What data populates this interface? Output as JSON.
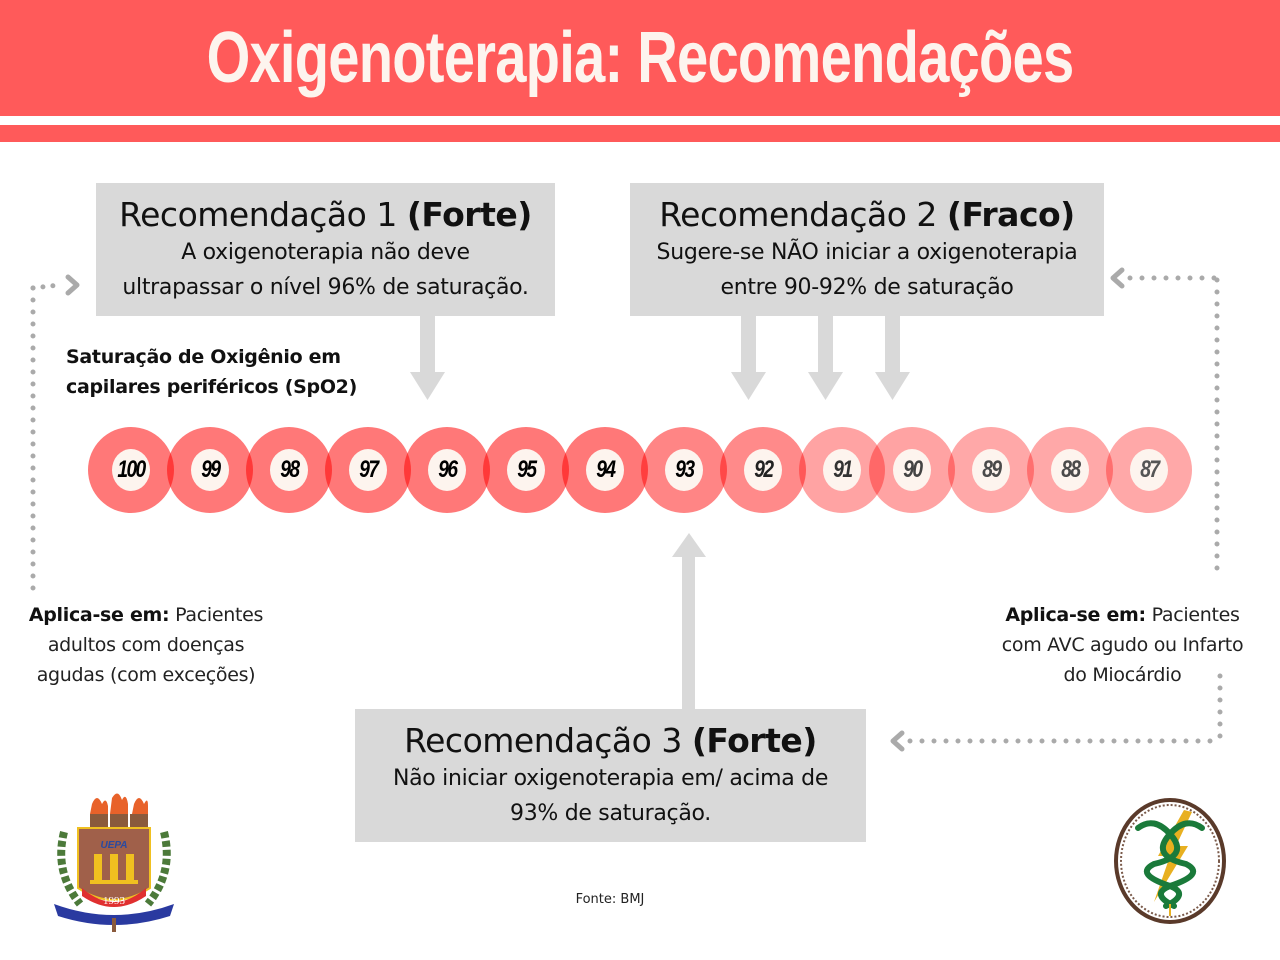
{
  "header": {
    "title": "Oxigenoterapia: Recomendações",
    "accent_color": "#ff5a5a"
  },
  "recommendations": [
    {
      "id": 1,
      "title": "Recomendação 1",
      "strength": "(Forte)",
      "description_lines": [
        "A oxigenoterapia não deve",
        "ultrapassar o nível 96% de saturação."
      ],
      "targets": [
        96
      ]
    },
    {
      "id": 2,
      "title": "Recomendação 2",
      "strength": "(Fraco)",
      "description_lines": [
        "Sugere-se NÃO iniciar a oxigenoterapia",
        "entre 90-92% de saturação"
      ],
      "targets": [
        92,
        91,
        90
      ]
    },
    {
      "id": 3,
      "title": "Recomendação 3",
      "strength": "(Forte)",
      "description_lines": [
        "Não iniciar oxigenoterapia em/ acima de",
        "93% de saturação."
      ],
      "targets": [
        93
      ]
    }
  ],
  "spo2_label": {
    "line1": "Saturação de Oxigênio em",
    "line2": "capilares periféricos (SpO2)"
  },
  "scale": {
    "values": [
      "100",
      "99",
      "98",
      "97",
      "96",
      "95",
      "94",
      "93",
      "92",
      "91",
      "90",
      "89",
      "88",
      "87"
    ],
    "colors": [
      "#ff7878",
      "#ff7878",
      "#ff7878",
      "#ff7878",
      "#ff7878",
      "#ff7878",
      "#ff7878",
      "#ff8585",
      "#ff8a8a",
      "#ffa3a3",
      "#ffa3a3",
      "#ffa8a8",
      "#ffa8a8",
      "#ffa8a8"
    ],
    "text_colors": [
      "#000000",
      "#000000",
      "#000000",
      "#000000",
      "#000000",
      "#000000",
      "#000000",
      "#000000",
      "#222222",
      "#333333",
      "#444444",
      "#4a4a4a",
      "#4a4a4a",
      "#555555"
    ]
  },
  "applies": {
    "left": {
      "label": "Aplica-se em:",
      "text_lines": [
        " Pacientes",
        "adultos com doenças",
        "agudas (com exceções)"
      ]
    },
    "right": {
      "label": "Aplica-se em:",
      "text_lines": [
        " Pacientes",
        "com AVC agudo ou Infarto",
        "do Miocárdio"
      ]
    }
  },
  "source": "Fonte: BMJ",
  "logos": {
    "left": "university-crest-logo",
    "left_year": "1993",
    "left_text": "UEPA",
    "right": "medicine-caduceus-logo"
  }
}
